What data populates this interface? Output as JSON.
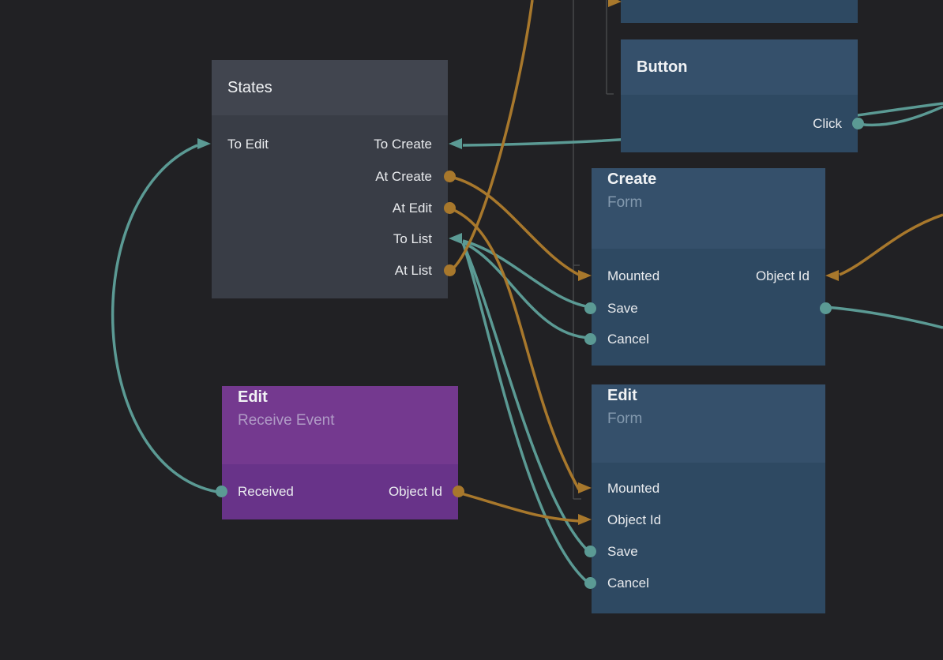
{
  "colors": {
    "background": "#212124",
    "signal_wire": "#5b9a94",
    "data_wire": "#a8782c",
    "frame_line": "#47484a",
    "blue_node_header": "#35506b",
    "blue_node_body": "#2e4962",
    "gray_node_header": "#41454f",
    "gray_node_body": "#393d46",
    "purple_node_header": "#74398f",
    "purple_node_body": "#683389"
  },
  "nodes": {
    "button": {
      "title": "Button",
      "ports": {
        "click": "Click"
      }
    },
    "states": {
      "title": "States",
      "ports": {
        "to_edit": "To Edit",
        "to_create": "To Create",
        "at_create": "At Create",
        "at_edit": "At Edit",
        "to_list": "To List",
        "at_list": "At List"
      }
    },
    "create_form": {
      "title": "Create",
      "subtitle": "Form",
      "ports": {
        "mounted": "Mounted",
        "object_id": "Object Id",
        "save": "Save",
        "cancel": "Cancel"
      }
    },
    "edit_receive_event": {
      "title": "Edit",
      "subtitle": "Receive Event",
      "ports": {
        "received": "Received",
        "object_id": "Object Id"
      }
    },
    "edit_form": {
      "title": "Edit",
      "subtitle": "Form",
      "ports": {
        "mounted": "Mounted",
        "object_id": "Object Id",
        "save": "Save",
        "cancel": "Cancel"
      }
    }
  }
}
